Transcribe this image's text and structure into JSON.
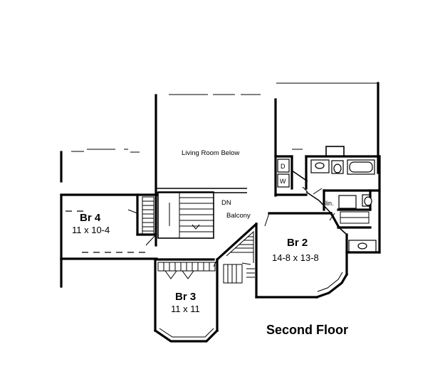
{
  "plan": {
    "title": "Second Floor",
    "living_room_below": "Living Room Below",
    "dn": "DN",
    "balcony": "Balcony",
    "lin": "lin.",
    "washer": "W",
    "dryer": "D",
    "rooms": [
      {
        "name": "Br 4",
        "dimensions": "11 x 10-4"
      },
      {
        "name": "Br 2",
        "dimensions": "14-8 x 13-8"
      },
      {
        "name": "Br 3",
        "dimensions": "11 x 11"
      }
    ]
  }
}
